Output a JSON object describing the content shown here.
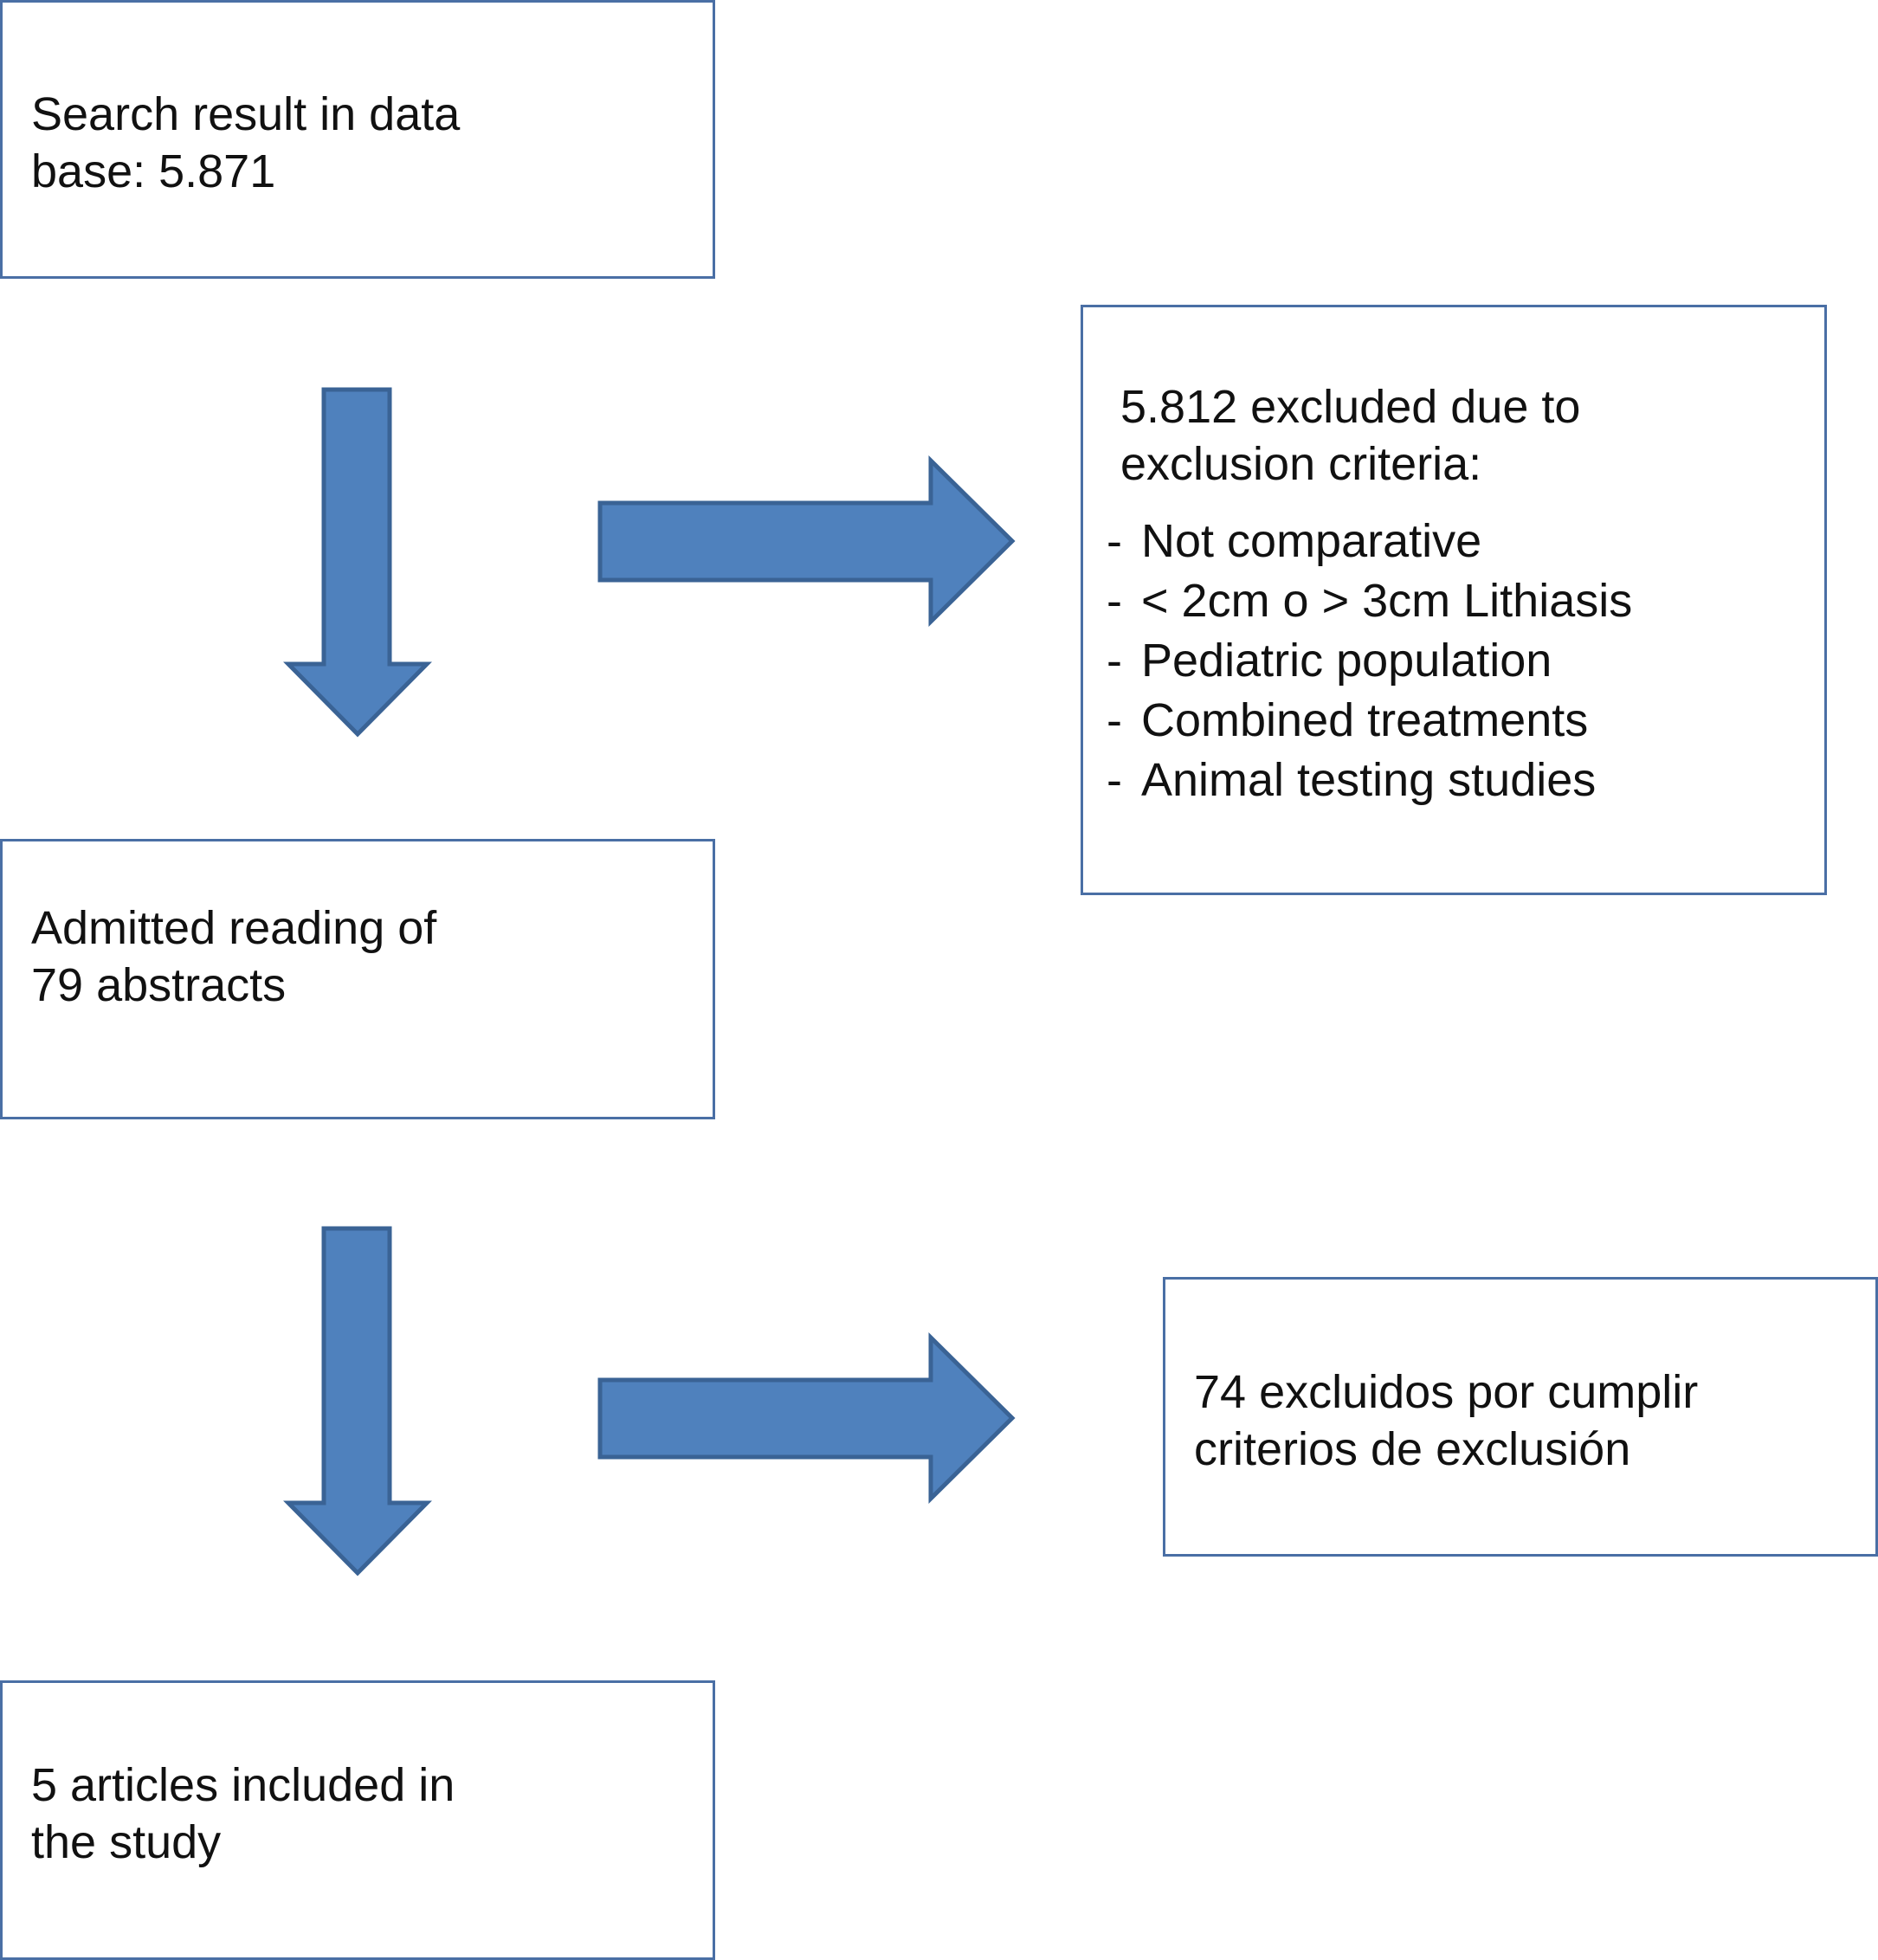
{
  "diagram": {
    "search_box": {
      "text": "Search result in data\nbase: 5.871"
    },
    "admitted_box": {
      "text": "Admitted reading of\n79 abstracts"
    },
    "included_box": {
      "text": "5 articles included in\nthe study"
    },
    "exclusion_box_1": {
      "heading": "5.812 excluded due to\nexclusion criteria:",
      "dash": "-",
      "criteria": [
        "Not comparative",
        "< 2cm o > 3cm Lithiasis",
        "Pediatric population",
        "Combined treatments",
        "Animal testing studies"
      ]
    },
    "exclusion_box_2": {
      "text": "74 excluidos por cumplir\ncriterios de exclusión"
    },
    "colors": {
      "arrow_fill": "#4f81bd",
      "arrow_stroke": "#3a6395",
      "box_border": "#4a6fa5"
    }
  }
}
